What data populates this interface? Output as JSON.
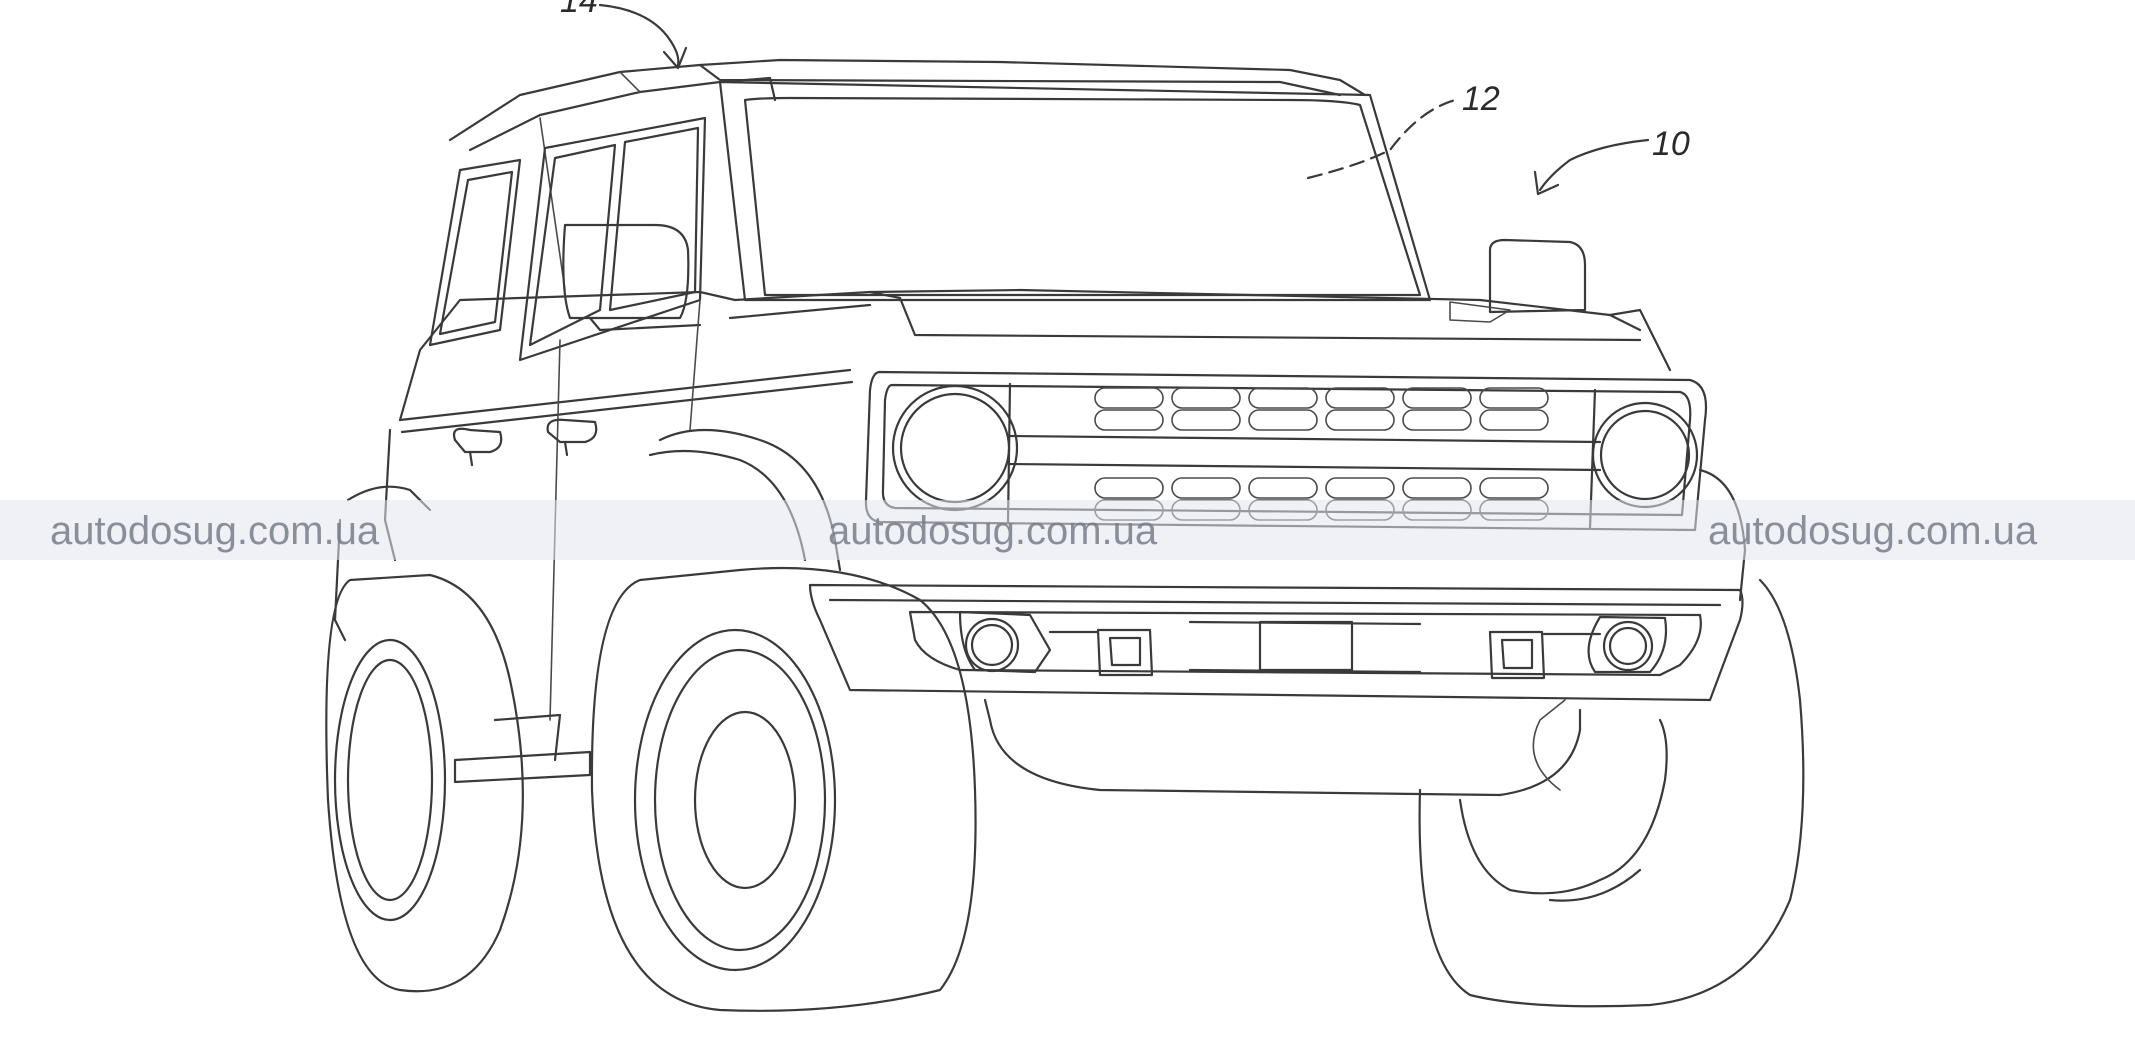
{
  "figure": {
    "reference_numerals": {
      "vehicle": "10",
      "windshield": "12",
      "roof": "14"
    }
  },
  "watermarks": [
    "autodosug.com.ua",
    "autodosug.com.ua",
    "autodosug.com.ua"
  ],
  "colors": {
    "line": "#3a3a3a",
    "background": "#ffffff",
    "watermark_band": "#e2e6f0",
    "watermark_text": "#787d87"
  }
}
